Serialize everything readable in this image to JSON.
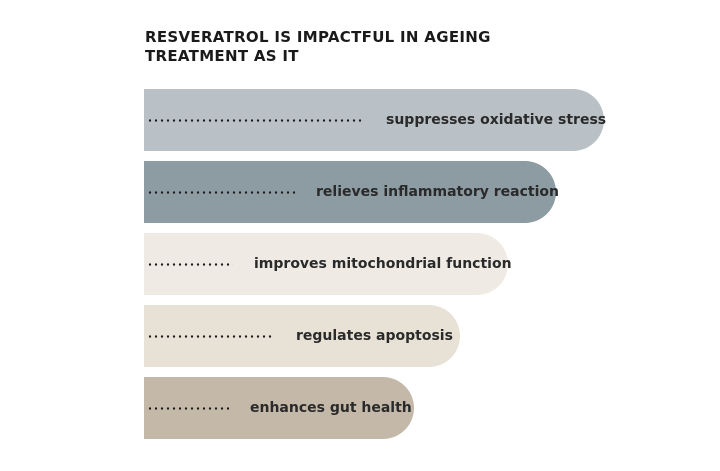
{
  "title": "RESVERATROL IS IMPACTFUL IN AGEING TREATMENT AS IT",
  "items": [
    {
      "label": "suppresses oxidative stress",
      "color": "#b9c1c6"
    },
    {
      "label": "relieves inflammatory reaction",
      "color": "#8d9ca2"
    },
    {
      "label": "improves mitochondrial function",
      "color": "#efebe4"
    },
    {
      "label": "regulates apoptosis",
      "color": "#e8e1d6"
    },
    {
      "label": "enhances gut health",
      "color": "#c4b8a8"
    }
  ]
}
